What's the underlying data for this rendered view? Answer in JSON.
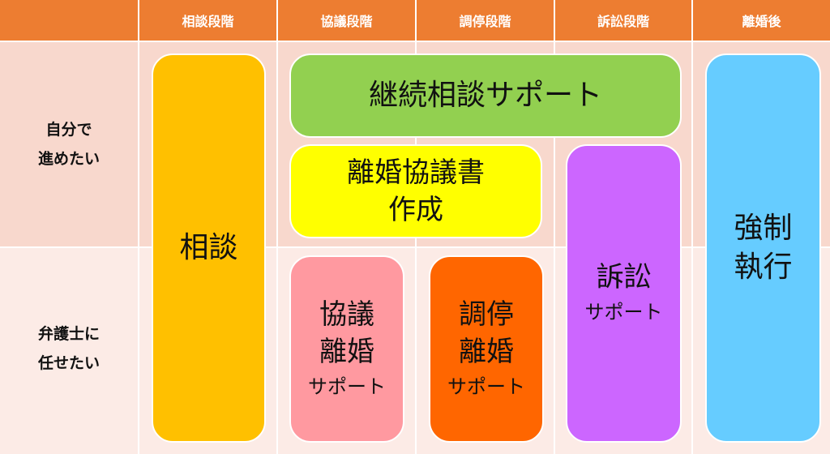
{
  "header": {
    "corner": "",
    "columns": [
      "相談段階",
      "協議段階",
      "調停段階",
      "訴訟段階",
      "離婚後"
    ]
  },
  "rows": {
    "self": {
      "line1": "自分で",
      "line2": "進めたい"
    },
    "lawyer": {
      "line1": "弁護士に",
      "line2": "任せたい"
    }
  },
  "boxes": {
    "consultation": {
      "label": "相談",
      "color": "#FFC000"
    },
    "continuous": {
      "label": "継続相談サポート",
      "color": "#92D050"
    },
    "agreement_doc": {
      "line1": "離婚協議書",
      "line2": "作成",
      "color": "#FFFF00"
    },
    "negotiation": {
      "line1": "協議",
      "line2": "離婚",
      "sub": "サポート",
      "color": "#FF99A0"
    },
    "mediation": {
      "line1": "調停",
      "line2": "離婚",
      "sub": "サポート",
      "color": "#FF6600"
    },
    "litigation": {
      "line1": "訴訟",
      "sub": "サポート",
      "color": "#CC66FF"
    },
    "enforcement": {
      "line1": "強制",
      "line2": "執行",
      "color": "#66CCFF"
    }
  }
}
